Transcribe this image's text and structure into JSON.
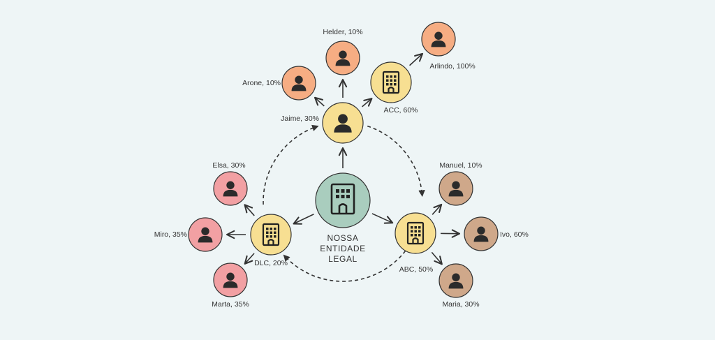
{
  "colors": {
    "background": "#eef5f6",
    "center": "#a9cdbe",
    "entity": "#f7df92",
    "orange_person": "#f6ad83",
    "pink_person": "#f2a0a3",
    "brown_person": "#cfa88a",
    "stroke": "#333333"
  },
  "center": {
    "line1": "NOSSA",
    "line2": "ENTIDADE",
    "line3": "LEGAL"
  },
  "nodes": [
    {
      "id": "jaime",
      "label": "Jaime, 30%",
      "kind": "person",
      "fill": "entity",
      "icon": "person-icon"
    },
    {
      "id": "acc",
      "label": "ACC, 60%",
      "kind": "building",
      "fill": "entity",
      "icon": "building-icon"
    },
    {
      "id": "dlc",
      "label": "DLC, 20%",
      "kind": "building",
      "fill": "entity",
      "icon": "building-icon"
    },
    {
      "id": "abc",
      "label": "ABC, 50%",
      "kind": "building",
      "fill": "entity",
      "icon": "building-icon"
    },
    {
      "id": "helder",
      "label": "Helder, 10%",
      "kind": "person",
      "fill": "orange_person",
      "icon": "person-icon"
    },
    {
      "id": "arone",
      "label": "Arone, 10%",
      "kind": "person",
      "fill": "orange_person",
      "icon": "person-icon"
    },
    {
      "id": "arlindo",
      "label": "Arlindo, 100%",
      "kind": "person",
      "fill": "orange_person",
      "icon": "person-icon"
    },
    {
      "id": "elsa",
      "label": "Elsa, 30%",
      "kind": "person",
      "fill": "pink_person",
      "icon": "person-icon"
    },
    {
      "id": "miro",
      "label": "Miro, 35%",
      "kind": "person",
      "fill": "pink_person",
      "icon": "person-icon"
    },
    {
      "id": "marta",
      "label": "Marta, 35%",
      "kind": "person",
      "fill": "pink_person",
      "icon": "person-icon"
    },
    {
      "id": "manuel",
      "label": "Manuel, 10%",
      "kind": "person",
      "fill": "brown_person",
      "icon": "person-icon"
    },
    {
      "id": "ivo",
      "label": "Ivo, 60%",
      "kind": "person",
      "fill": "brown_person",
      "icon": "person-icon"
    },
    {
      "id": "maria",
      "label": "Maria, 30%",
      "kind": "person",
      "fill": "brown_person",
      "icon": "person-icon"
    }
  ],
  "edges": [
    {
      "from": "center",
      "to": "jaime",
      "style": "solid"
    },
    {
      "from": "center",
      "to": "dlc",
      "style": "solid"
    },
    {
      "from": "center",
      "to": "abc",
      "style": "solid"
    },
    {
      "from": "jaime",
      "to": "helder",
      "style": "solid"
    },
    {
      "from": "jaime",
      "to": "arone",
      "style": "solid"
    },
    {
      "from": "jaime",
      "to": "acc",
      "style": "solid"
    },
    {
      "from": "acc",
      "to": "arlindo",
      "style": "solid"
    },
    {
      "from": "dlc",
      "to": "elsa",
      "style": "solid"
    },
    {
      "from": "dlc",
      "to": "miro",
      "style": "solid"
    },
    {
      "from": "dlc",
      "to": "marta",
      "style": "solid"
    },
    {
      "from": "abc",
      "to": "manuel",
      "style": "solid"
    },
    {
      "from": "abc",
      "to": "ivo",
      "style": "solid"
    },
    {
      "from": "abc",
      "to": "maria",
      "style": "solid"
    },
    {
      "from": "jaime",
      "to": "abc",
      "style": "dashed"
    },
    {
      "from": "abc",
      "to": "dlc",
      "style": "dashed"
    },
    {
      "from": "dlc",
      "to": "jaime",
      "style": "dashed"
    }
  ]
}
